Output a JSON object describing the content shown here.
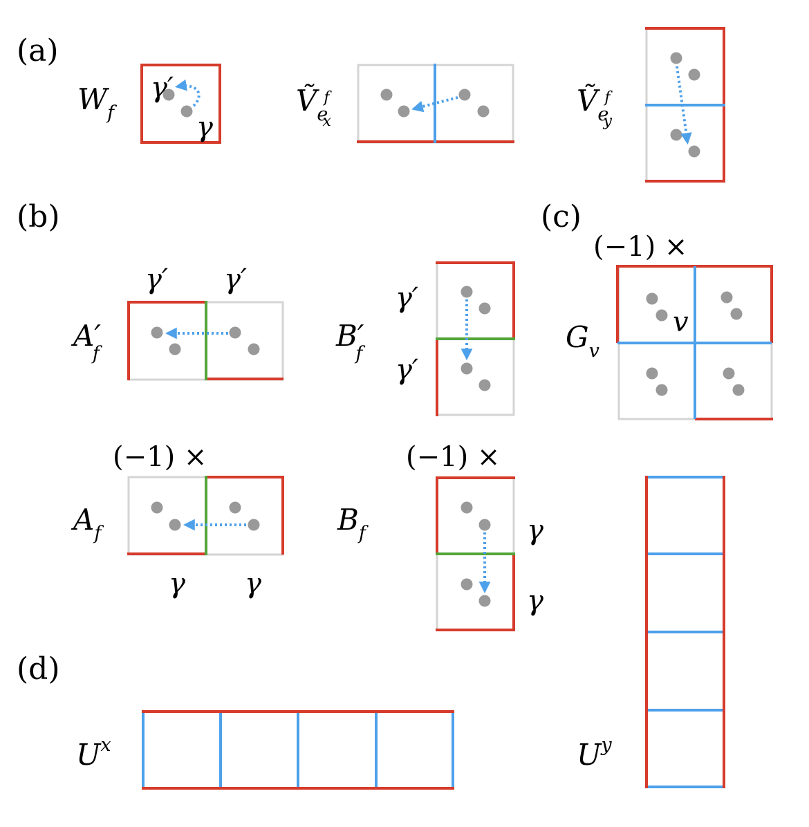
{
  "colors": {
    "red": "#d63b2b",
    "blue": "#4da0ea",
    "green": "#53a53a",
    "gray_edge": "#d4d4d4",
    "dot": "#999999"
  },
  "panels": {
    "a": "(a)",
    "b": "(b)",
    "c": "(c)",
    "d": "(d)"
  },
  "labels": {
    "W_f": {
      "base": "W",
      "sub": "f"
    },
    "V_ex": {
      "base": "Ṽ",
      "sub": "e",
      "sup": "f",
      "subsub": "x"
    },
    "V_ey": {
      "base": "Ṽ",
      "sub": "e",
      "sup": "f",
      "subsub": "y"
    },
    "A_f_prime": {
      "base": "A",
      "prime": "′",
      "sub": "f"
    },
    "B_f_prime": {
      "base": "B",
      "prime": "′",
      "sub": "f"
    },
    "A_f": {
      "base": "A",
      "sub": "f"
    },
    "B_f": {
      "base": "B",
      "sub": "f"
    },
    "G_v": {
      "base": "G",
      "sub": "v"
    },
    "U_x": {
      "base": "U",
      "sup": "x"
    },
    "U_y": {
      "base": "U",
      "sup": "y"
    },
    "v": "v"
  },
  "greek": {
    "gamma": "γ",
    "gamma_prime": "γ′"
  },
  "factors": {
    "G_v": "(−1) ×",
    "A_f": "(−1) ×",
    "B_f": "(−1) ×"
  }
}
